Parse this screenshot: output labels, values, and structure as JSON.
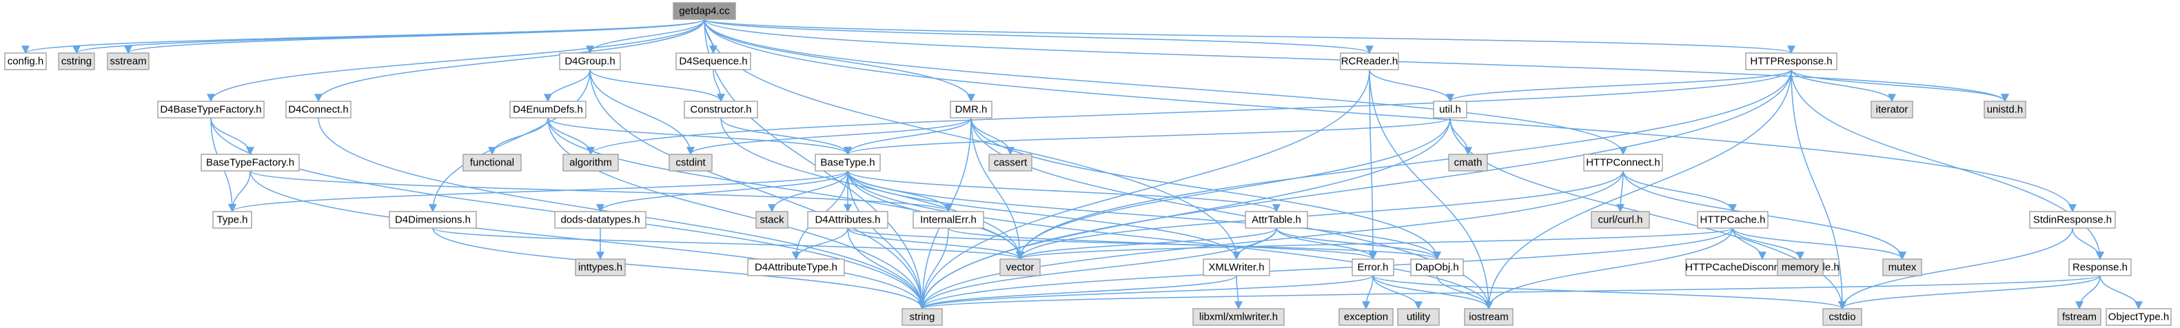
{
  "diagram": {
    "title_file": "getdap4.cc",
    "colors": {
      "edge": "#63a6e6",
      "root_fill": "#999999",
      "internal_fill": "#ffffff",
      "system_fill": "#e0e0e0",
      "border": "#a0a0a0"
    },
    "nodes": [
      {
        "id": "getdap4",
        "label": "getdap4.cc",
        "kind": "root"
      },
      {
        "id": "config",
        "label": "config.h",
        "kind": "internal"
      },
      {
        "id": "cstring",
        "label": "cstring",
        "kind": "system"
      },
      {
        "id": "sstream",
        "label": "sstream",
        "kind": "system"
      },
      {
        "id": "d4group",
        "label": "D4Group.h",
        "kind": "internal"
      },
      {
        "id": "d4sequence",
        "label": "D4Sequence.h",
        "kind": "internal"
      },
      {
        "id": "rcreader",
        "label": "RCReader.h",
        "kind": "internal"
      },
      {
        "id": "httpresponse",
        "label": "HTTPResponse.h",
        "kind": "internal"
      },
      {
        "id": "d4basetypefactory",
        "label": "D4BaseTypeFactory.h",
        "kind": "internal"
      },
      {
        "id": "d4connect",
        "label": "D4Connect.h",
        "kind": "internal"
      },
      {
        "id": "d4enumdefs",
        "label": "D4EnumDefs.h",
        "kind": "internal"
      },
      {
        "id": "constructor",
        "label": "Constructor.h",
        "kind": "internal"
      },
      {
        "id": "dmr",
        "label": "DMR.h",
        "kind": "internal"
      },
      {
        "id": "util",
        "label": "util.h",
        "kind": "internal"
      },
      {
        "id": "iterator",
        "label": "iterator",
        "kind": "system"
      },
      {
        "id": "unistd",
        "label": "unistd.h",
        "kind": "system"
      },
      {
        "id": "basetypefactory",
        "label": "BaseTypeFactory.h",
        "kind": "internal"
      },
      {
        "id": "functional",
        "label": "functional",
        "kind": "system"
      },
      {
        "id": "algorithm",
        "label": "algorithm",
        "kind": "system"
      },
      {
        "id": "cstdint",
        "label": "cstdint",
        "kind": "system"
      },
      {
        "id": "basetype",
        "label": "BaseType.h",
        "kind": "internal"
      },
      {
        "id": "cassert",
        "label": "cassert",
        "kind": "system"
      },
      {
        "id": "cmath",
        "label": "cmath",
        "kind": "system"
      },
      {
        "id": "httpconnect",
        "label": "HTTPConnect.h",
        "kind": "internal"
      },
      {
        "id": "type",
        "label": "Type.h",
        "kind": "internal"
      },
      {
        "id": "d4dimensions",
        "label": "D4Dimensions.h",
        "kind": "internal"
      },
      {
        "id": "dodsdatatypes",
        "label": "dods-datatypes.h",
        "kind": "internal"
      },
      {
        "id": "stack",
        "label": "stack",
        "kind": "system"
      },
      {
        "id": "d4attributes",
        "label": "D4Attributes.h",
        "kind": "internal"
      },
      {
        "id": "internalerr",
        "label": "InternalErr.h",
        "kind": "internal"
      },
      {
        "id": "attrtable",
        "label": "AttrTable.h",
        "kind": "internal"
      },
      {
        "id": "curl",
        "label": "curl/curl.h",
        "kind": "system"
      },
      {
        "id": "httpcache",
        "label": "HTTPCache.h",
        "kind": "internal"
      },
      {
        "id": "stdinresponse",
        "label": "StdinResponse.h",
        "kind": "internal"
      },
      {
        "id": "inttypes",
        "label": "inttypes.h",
        "kind": "system"
      },
      {
        "id": "vector",
        "label": "vector",
        "kind": "system"
      },
      {
        "id": "d4attributetype",
        "label": "D4AttributeType.h",
        "kind": "internal"
      },
      {
        "id": "xmlwriter",
        "label": "XMLWriter.h",
        "kind": "internal"
      },
      {
        "id": "error",
        "label": "Error.h",
        "kind": "internal"
      },
      {
        "id": "dapobj",
        "label": "DapObj.h",
        "kind": "internal"
      },
      {
        "id": "httpcachedisc",
        "label": "HTTPCacheDisconnectedMode.h",
        "kind": "internal"
      },
      {
        "id": "memory",
        "label": "memory",
        "kind": "system"
      },
      {
        "id": "mutex",
        "label": "mutex",
        "kind": "system"
      },
      {
        "id": "response",
        "label": "Response.h",
        "kind": "internal"
      },
      {
        "id": "string",
        "label": "string",
        "kind": "system"
      },
      {
        "id": "libxml",
        "label": "libxml/xmlwriter.h",
        "kind": "system"
      },
      {
        "id": "exception",
        "label": "exception",
        "kind": "system"
      },
      {
        "id": "utility",
        "label": "utility",
        "kind": "system"
      },
      {
        "id": "iostream",
        "label": "iostream",
        "kind": "system"
      },
      {
        "id": "cstdio",
        "label": "cstdio",
        "kind": "system"
      },
      {
        "id": "fstream",
        "label": "fstream",
        "kind": "system"
      },
      {
        "id": "objecttype",
        "label": "ObjectType.h",
        "kind": "internal"
      }
    ],
    "edges": [
      [
        "getdap4",
        "config"
      ],
      [
        "getdap4",
        "cstring"
      ],
      [
        "getdap4",
        "sstream"
      ],
      [
        "getdap4",
        "d4group"
      ],
      [
        "getdap4",
        "d4sequence"
      ],
      [
        "getdap4",
        "rcreader"
      ],
      [
        "getdap4",
        "httpresponse"
      ],
      [
        "getdap4",
        "d4basetypefactory"
      ],
      [
        "getdap4",
        "d4connect"
      ],
      [
        "getdap4",
        "dmr"
      ],
      [
        "getdap4",
        "httpconnect"
      ],
      [
        "getdap4",
        "stdinresponse"
      ],
      [
        "getdap4",
        "unistd"
      ],
      [
        "getdap4",
        "string"
      ],
      [
        "getdap4",
        "xmlwriter"
      ],
      [
        "d4group",
        "d4enumdefs"
      ],
      [
        "d4group",
        "constructor"
      ],
      [
        "d4group",
        "d4dimensions"
      ],
      [
        "d4group",
        "cstdint"
      ],
      [
        "d4group",
        "string"
      ],
      [
        "d4sequence",
        "constructor"
      ],
      [
        "rcreader",
        "util"
      ],
      [
        "rcreader",
        "error"
      ],
      [
        "rcreader",
        "iostream"
      ],
      [
        "rcreader",
        "string"
      ],
      [
        "httpresponse",
        "util"
      ],
      [
        "httpresponse",
        "algorithm"
      ],
      [
        "httpresponse",
        "iterator"
      ],
      [
        "httpresponse",
        "unistd"
      ],
      [
        "httpresponse",
        "cstdio"
      ],
      [
        "httpresponse",
        "response"
      ],
      [
        "httpresponse",
        "iostream"
      ],
      [
        "httpresponse",
        "vector"
      ],
      [
        "httpresponse",
        "string"
      ],
      [
        "d4basetypefactory",
        "basetypefactory"
      ],
      [
        "d4basetypefactory",
        "type"
      ],
      [
        "d4basetypefactory",
        "string"
      ],
      [
        "d4connect",
        "string"
      ],
      [
        "d4enumdefs",
        "functional"
      ],
      [
        "d4enumdefs",
        "algorithm"
      ],
      [
        "d4enumdefs",
        "basetype"
      ],
      [
        "d4enumdefs",
        "vector"
      ],
      [
        "d4enumdefs",
        "string"
      ],
      [
        "constructor",
        "basetype"
      ],
      [
        "constructor",
        "vector"
      ],
      [
        "dmr",
        "basetype"
      ],
      [
        "dmr",
        "cassert"
      ],
      [
        "dmr",
        "cstdint"
      ],
      [
        "dmr",
        "vector"
      ],
      [
        "dmr",
        "iostream"
      ],
      [
        "dmr",
        "dapobj"
      ],
      [
        "dmr",
        "string"
      ],
      [
        "util",
        "basetype"
      ],
      [
        "util",
        "cmath"
      ],
      [
        "util",
        "cstdio"
      ],
      [
        "util",
        "vector"
      ],
      [
        "util",
        "string"
      ],
      [
        "basetypefactory",
        "type"
      ],
      [
        "basetypefactory",
        "internalerr"
      ],
      [
        "basetypefactory",
        "string"
      ],
      [
        "basetype",
        "type"
      ],
      [
        "basetype",
        "dodsdatatypes"
      ],
      [
        "basetype",
        "stack"
      ],
      [
        "basetype",
        "d4attributes"
      ],
      [
        "basetype",
        "d4attributetype"
      ],
      [
        "basetype",
        "internalerr"
      ],
      [
        "basetype",
        "attrtable"
      ],
      [
        "basetype",
        "vector"
      ],
      [
        "basetype",
        "xmlwriter"
      ],
      [
        "basetype",
        "dapobj"
      ],
      [
        "basetype",
        "iostream"
      ],
      [
        "basetype",
        "string"
      ],
      [
        "d4dimensions",
        "vector"
      ],
      [
        "d4dimensions",
        "string"
      ],
      [
        "dodsdatatypes",
        "inttypes"
      ],
      [
        "d4attributes",
        "d4attributetype"
      ],
      [
        "d4attributes",
        "vector"
      ],
      [
        "d4attributes",
        "string"
      ],
      [
        "d4attributes",
        "dapobj"
      ],
      [
        "internalerr",
        "error"
      ],
      [
        "internalerr",
        "string"
      ],
      [
        "attrtable",
        "vector"
      ],
      [
        "attrtable",
        "xmlwriter"
      ],
      [
        "attrtable",
        "dapobj"
      ],
      [
        "attrtable",
        "error"
      ],
      [
        "attrtable",
        "string"
      ],
      [
        "httpconnect",
        "curl"
      ],
      [
        "httpconnect",
        "httpcache"
      ],
      [
        "httpconnect",
        "mutex"
      ],
      [
        "httpconnect",
        "vector"
      ],
      [
        "httpconnect",
        "string"
      ],
      [
        "httpcache",
        "httpcachedisc"
      ],
      [
        "httpcache",
        "memory"
      ],
      [
        "httpcache",
        "mutex"
      ],
      [
        "httpcache",
        "iostream"
      ],
      [
        "httpcache",
        "string"
      ],
      [
        "httpcache",
        "vector"
      ],
      [
        "stdinresponse",
        "cstdio"
      ],
      [
        "stdinresponse",
        "response"
      ],
      [
        "xmlwriter",
        "libxml"
      ],
      [
        "xmlwriter",
        "string"
      ],
      [
        "error",
        "exception"
      ],
      [
        "error",
        "utility"
      ],
      [
        "error",
        "iostream"
      ],
      [
        "error",
        "cstdio"
      ],
      [
        "error",
        "string"
      ],
      [
        "dapobj",
        "iostream"
      ],
      [
        "response",
        "cstdio"
      ],
      [
        "response",
        "fstream"
      ],
      [
        "response",
        "objecttype"
      ],
      [
        "response",
        "string"
      ]
    ]
  }
}
